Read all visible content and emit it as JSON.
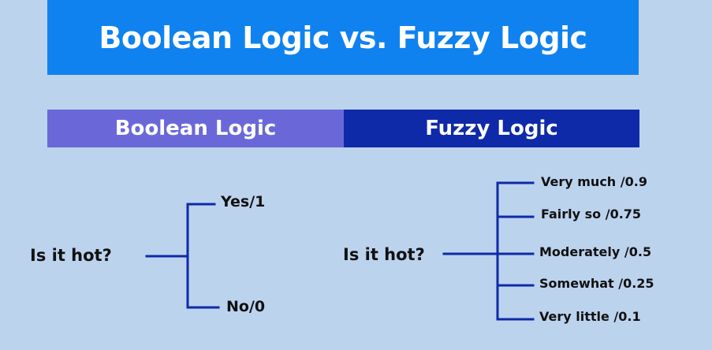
{
  "title": "Boolean Logic vs. Fuzzy Logic",
  "colors": {
    "background": "#bcd3ee",
    "banner": "#0f82ef",
    "boolean_header": "#6a68d9",
    "fuzzy_header": "#0e2aa8",
    "connector": "#0e2aa8"
  },
  "boolean": {
    "header": "Boolean Logic",
    "question": "Is it hot?",
    "answers": [
      "Yes/1",
      "No/0"
    ]
  },
  "fuzzy": {
    "header": "Fuzzy Logic",
    "question": "Is it hot?",
    "answers": [
      "Very much /0.9",
      "Fairly so /0.75",
      "Moderately /0.5",
      "Somewhat /0.25",
      "Very little /0.1"
    ]
  }
}
